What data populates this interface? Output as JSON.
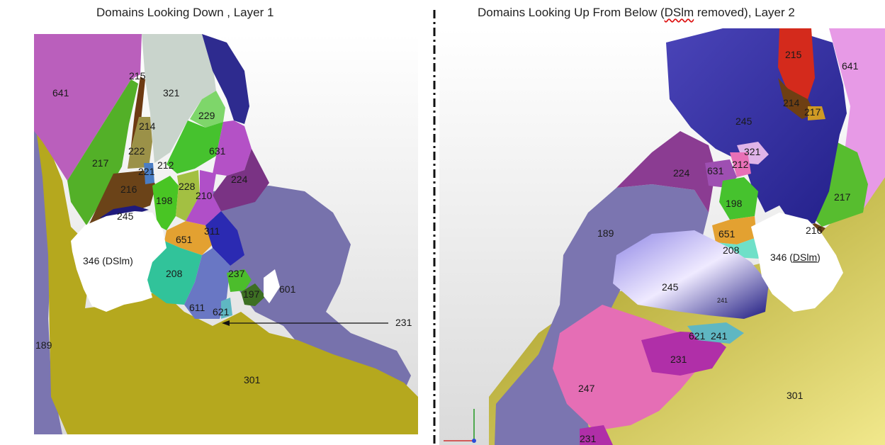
{
  "panels": {
    "left": {
      "title": "Domains Looking Down , Layer 1",
      "labels": {
        "d641": "641",
        "d215": "215",
        "d321": "321",
        "d229": "229",
        "d214": "214",
        "d222": "222",
        "d221": "221",
        "d212": "212",
        "d631": "631",
        "d217": "217",
        "d216": "216",
        "d228": "228",
        "d224": "224",
        "d198": "198",
        "d210": "210",
        "d245": "245",
        "d651": "651",
        "d311": "311",
        "d346": "346 (DSlm)",
        "d208": "208",
        "d237": "237",
        "d197": "197",
        "d601": "601",
        "d611": "611",
        "d621": "621",
        "d231": "231",
        "d189": "189",
        "d301": "301"
      }
    },
    "right": {
      "title_prefix": "Domains Looking Up From Below (",
      "title_underlined": "DSlm",
      "title_suffix": " removed), Layer 2",
      "labels": {
        "d215": "215",
        "d641": "641",
        "d214": "214",
        "d217a": "217",
        "d245a": "245",
        "d321": "321",
        "d224": "224",
        "d631": "631",
        "d212": "212",
        "d217b": "217",
        "d198": "198",
        "d189": "189",
        "d651": "651",
        "d216": "216",
        "d208": "208",
        "d346_prefix": "346 (",
        "d346_ul": "DSlm",
        "d346_suffix": ")",
        "d245b": "245",
        "d241s": "241",
        "d621": "621",
        "d241": "241",
        "d231a": "231",
        "d247": "247",
        "d301": "301",
        "d231b": "231"
      }
    }
  },
  "colors": {
    "olive": "#b5a81e",
    "lavender": "#7b75b0",
    "navy": "#2b2a90",
    "magenta": "#b04fc8",
    "green": "#4cc233",
    "red": "#d42a1c",
    "pink": "#e870b6",
    "dark_purple": "#7a2e86"
  }
}
